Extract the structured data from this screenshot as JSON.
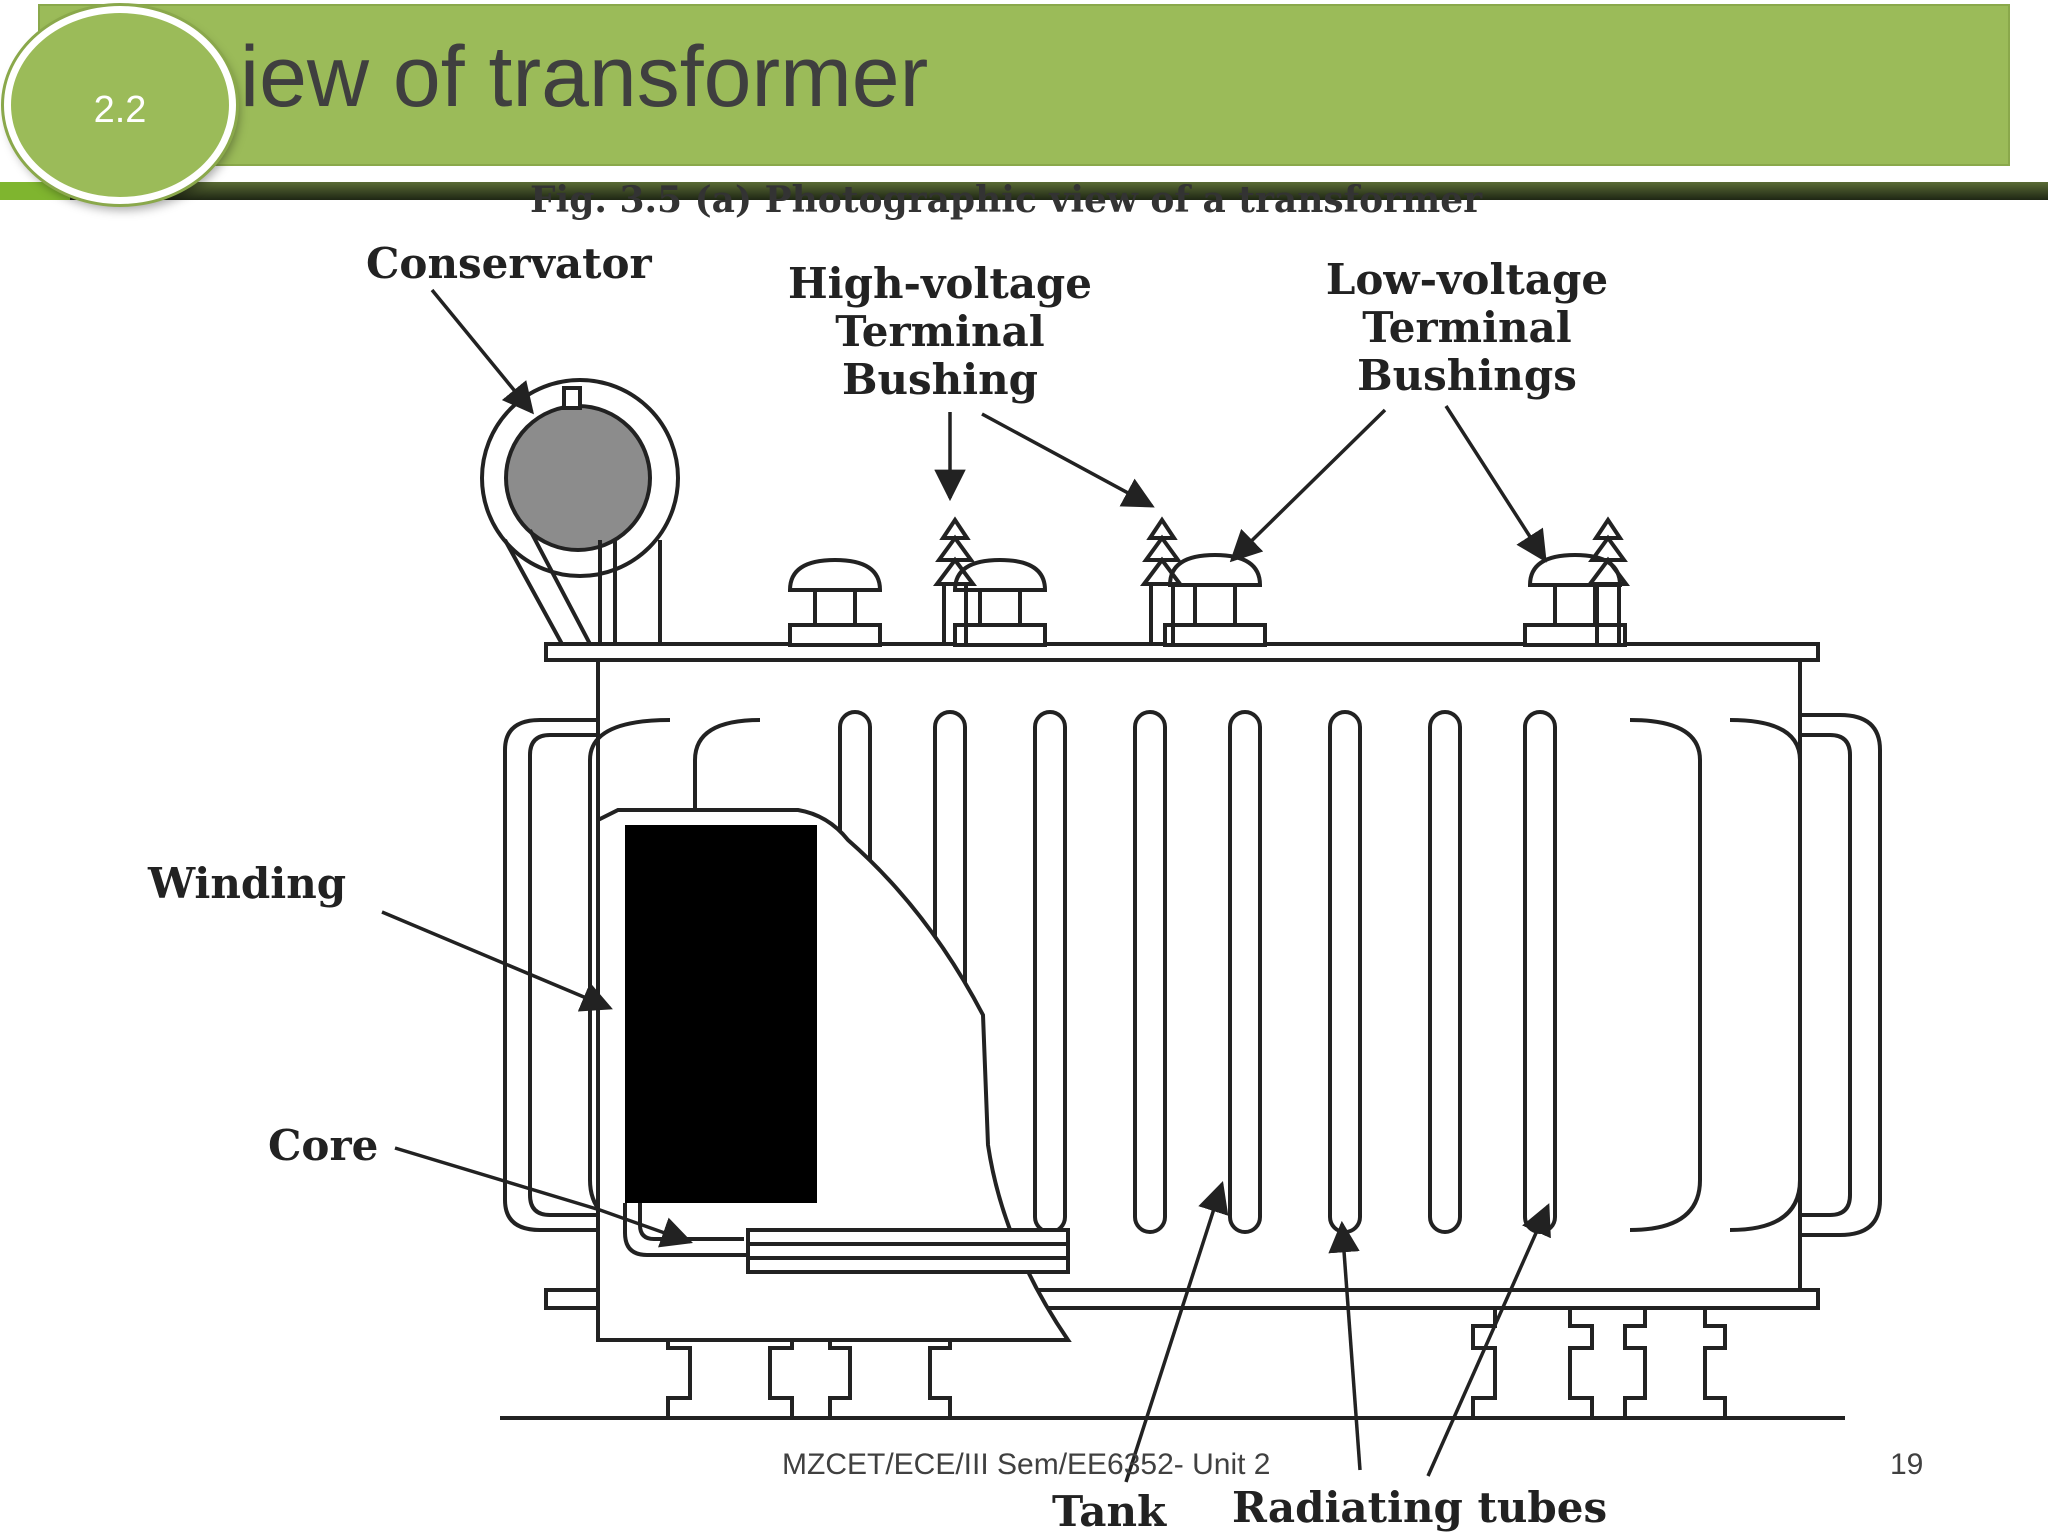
{
  "slide": {
    "badge": "2.2",
    "title": "iew of transformer",
    "caption": "Fig. 3.5 (a) Photographic view of a transformer"
  },
  "diagram": {
    "labels": {
      "conservator": "Conservator",
      "hv_line1": "High-voltage",
      "hv_line2": "Terminal",
      "hv_line3": "Bushing",
      "lv_line1": "Low-voltage",
      "lv_line2": "Terminal",
      "lv_line3": "Bushings",
      "winding": "Winding",
      "core": "Core",
      "tank": "Tank",
      "radiating_tubes": "Radiating tubes"
    }
  },
  "footer": {
    "course": "MZCET/ECE/III Sem/EE6352- Unit 2",
    "page": "19"
  },
  "colors": {
    "accent": "#9bbb59",
    "title_text": "#3f3f3f"
  }
}
